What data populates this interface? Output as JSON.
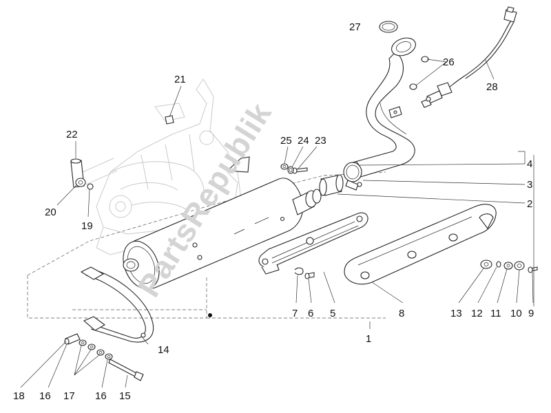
{
  "watermark": "PartsRepublik",
  "callouts": [
    {
      "id": "c1",
      "label": "1"
    },
    {
      "id": "c2",
      "label": "2"
    },
    {
      "id": "c3",
      "label": "3"
    },
    {
      "id": "c4",
      "label": "4"
    },
    {
      "id": "c5",
      "label": "5"
    },
    {
      "id": "c6",
      "label": "6"
    },
    {
      "id": "c7",
      "label": "7"
    },
    {
      "id": "c8",
      "label": "8"
    },
    {
      "id": "c9",
      "label": "9"
    },
    {
      "id": "c10",
      "label": "10"
    },
    {
      "id": "c11",
      "label": "11"
    },
    {
      "id": "c12",
      "label": "12"
    },
    {
      "id": "c13",
      "label": "13"
    },
    {
      "id": "c14",
      "label": "14"
    },
    {
      "id": "c15",
      "label": "15"
    },
    {
      "id": "c16a",
      "label": "16"
    },
    {
      "id": "c16b",
      "label": "16"
    },
    {
      "id": "c17",
      "label": "17"
    },
    {
      "id": "c18",
      "label": "18"
    },
    {
      "id": "c19",
      "label": "19"
    },
    {
      "id": "c20",
      "label": "20"
    },
    {
      "id": "c21",
      "label": "21"
    },
    {
      "id": "c22",
      "label": "22"
    },
    {
      "id": "c23",
      "label": "23"
    },
    {
      "id": "c24",
      "label": "24"
    },
    {
      "id": "c25",
      "label": "25"
    },
    {
      "id": "c26",
      "label": "26"
    },
    {
      "id": "c27",
      "label": "27"
    },
    {
      "id": "c28",
      "label": "28"
    }
  ]
}
